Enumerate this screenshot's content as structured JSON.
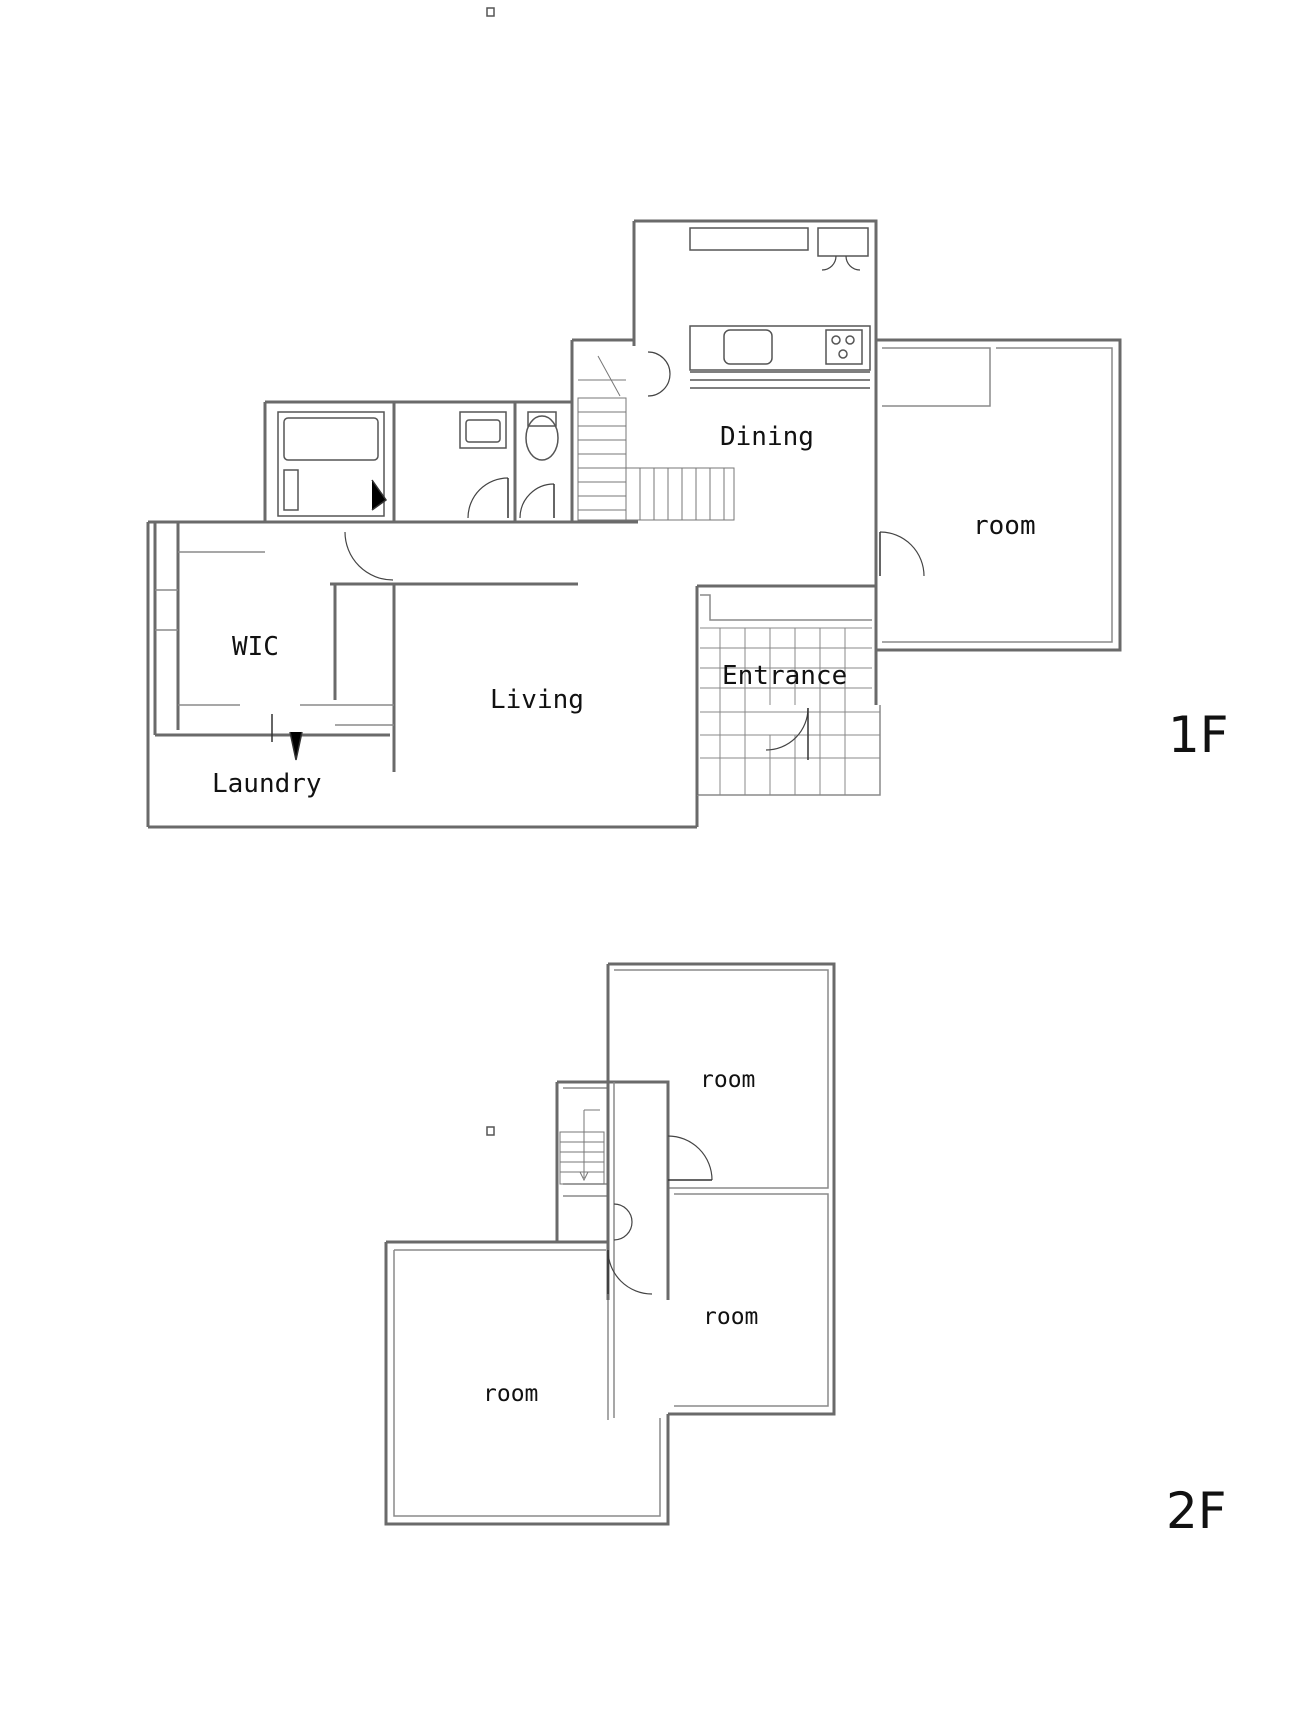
{
  "floor_1": {
    "label": "1F",
    "rooms": {
      "dining": "Dining",
      "room": "room",
      "wic": "WIC",
      "living": "Living",
      "entrance": "Entrance",
      "laundry": "Laundry"
    }
  },
  "floor_2": {
    "label": "2F",
    "rooms": {
      "room_a": "room",
      "room_b": "room",
      "room_c": "room"
    }
  }
}
